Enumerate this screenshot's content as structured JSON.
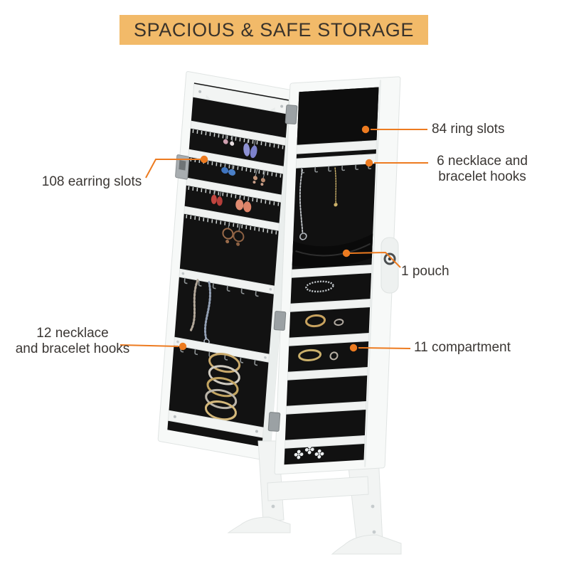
{
  "banner": {
    "title": "SPACIOUS & SAFE STORAGE",
    "bg_color": "#F2BA69",
    "text_color": "#3A332B"
  },
  "colors": {
    "callout_orange": "#ED7B20",
    "annotation_text": "#3B3734",
    "cabinet_white": "#F7F9F8",
    "felt_black": "#111111"
  },
  "annotations": {
    "earring_slots": {
      "label": "108 earring slots"
    },
    "ring_slots": {
      "label": "84 ring slots"
    },
    "necklace_hooks_right": {
      "line1": "6 necklace and",
      "line2": "bracelet hooks"
    },
    "pouch": {
      "label": "1 pouch"
    },
    "necklace_hooks_left": {
      "line1": "12 necklace",
      "line2": "and bracelet hooks"
    },
    "compartments": {
      "label": "11 compartment"
    }
  }
}
